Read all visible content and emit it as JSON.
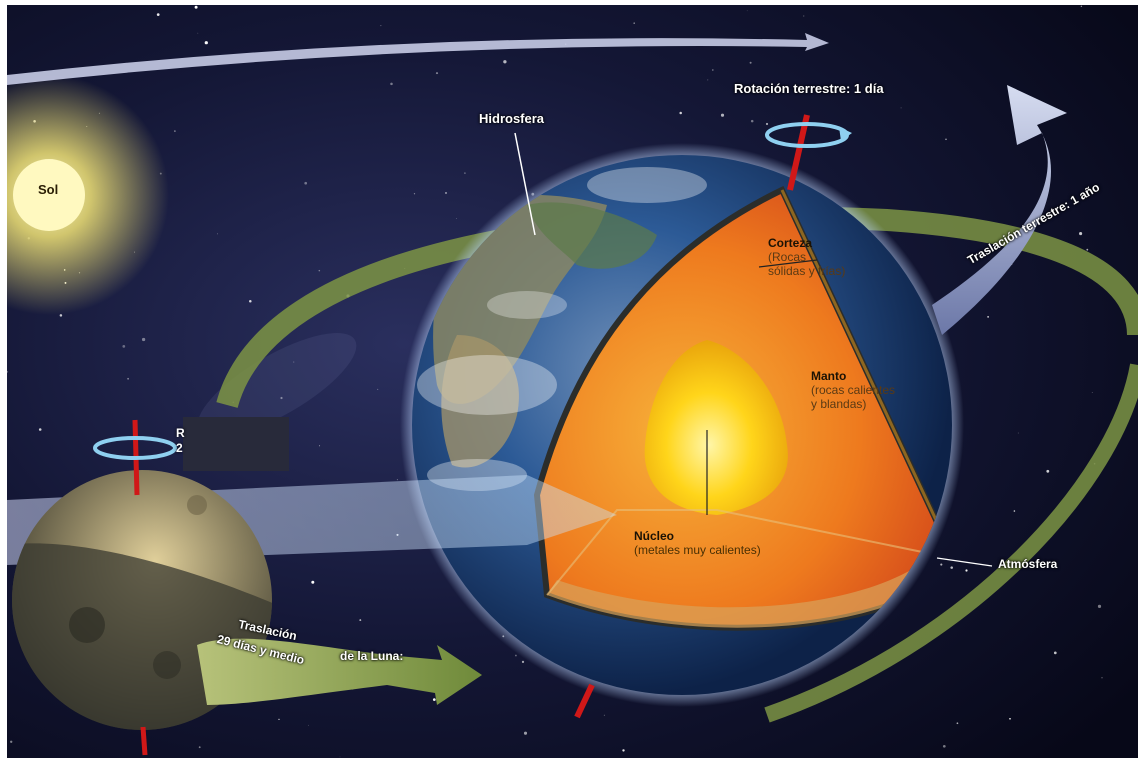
{
  "labels": {
    "sol": "Sol",
    "hidrosfera": "Hidrosfera",
    "rotacion_tierra": "Rotación terrestre: 1 día",
    "traslacion_tierra": "Traslación terrestre: 1 año",
    "corteza": {
      "title": "Corteza",
      "line1": "(Rocas",
      "line2": "sólidas y frías)"
    },
    "manto": {
      "title": "Manto",
      "line1": "(rocas calientes",
      "line2": "y blandas)"
    },
    "nucleo": {
      "title": "Núcleo",
      "line1": "(metales muy calientes)"
    },
    "atmosfera": "Atmósfera",
    "traslacion_luna_1": "Traslación",
    "traslacion_luna_2": "29 días y medio",
    "traslacion_luna_3": "de la Luna:",
    "rotacion_luna_fragment_1": "R",
    "rotacion_luna_fragment_2": "2"
  },
  "colors": {
    "space": "#0b0d24",
    "sun": "#fff6a0",
    "orbit_green": "#7d9444",
    "orbit_blue": "#9aa4c4",
    "earth_ocean": "#1e4a86",
    "crust": "#d9821c",
    "mantle": "#e86a1a",
    "core": "#ffd21c",
    "axis": "#d01818"
  }
}
